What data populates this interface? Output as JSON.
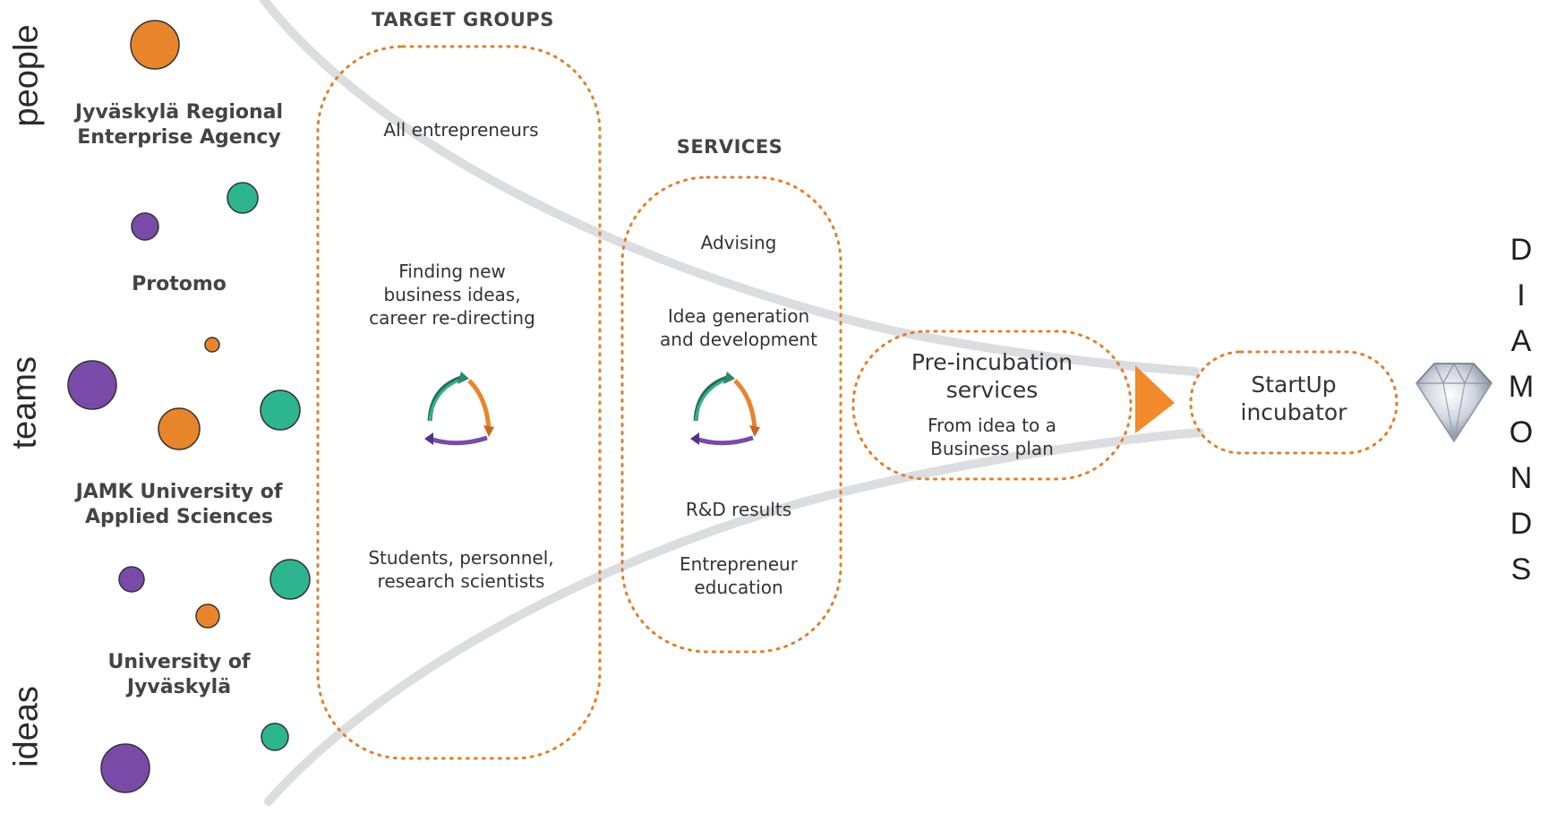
{
  "side_labels": {
    "people": "people",
    "teams": "teams",
    "ideas": "ideas"
  },
  "organizations": [
    "Jyväskylä Regional Enterprise Agency",
    "Protomo",
    "JAMK University of Applied Sciences",
    "University of Jyväskylä"
  ],
  "target_groups": {
    "header": "TARGET GROUPS",
    "items": [
      "All entrepreneurs",
      "Finding new business ideas, career re-directing",
      "Students, personnel, research scientists"
    ]
  },
  "services": {
    "header": "SERVICES",
    "items": [
      "Advising",
      "Idea generation and development",
      "R&D results",
      "Entrepreneur education"
    ]
  },
  "pre_incubation": {
    "title": "Pre-incubation services",
    "subtitle": "From idea to a Business plan"
  },
  "startup": {
    "title": "StartUp incubator"
  },
  "diamonds": [
    "D",
    "I",
    "A",
    "M",
    "O",
    "N",
    "D",
    "S"
  ],
  "colors": {
    "orange": "#e8852a",
    "purple": "#7a4aa8",
    "green": "#2db58f",
    "dotted": "#e07f2a",
    "funnel": "#dcdde1"
  },
  "icons": [
    "cycle-arrows-icon",
    "arrow-right-icon",
    "diamond-icon"
  ]
}
